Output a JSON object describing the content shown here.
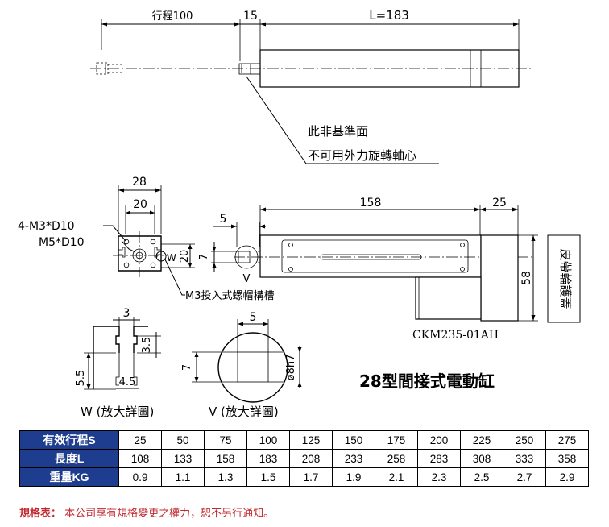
{
  "top_view": {
    "stroke_label": "行程100",
    "offset_label": "15",
    "length_label": "L=183",
    "note_line1": "此非基準面",
    "note_line2": "不可用外力旋轉軸心"
  },
  "front_view": {
    "width_28": "28",
    "width_20": "20",
    "hole_label_1": "4-M3*D10",
    "hole_label_2": "M5*D10",
    "height_20": "20",
    "w_marker": "W",
    "slot_label": "M3投入式螺帽構槽"
  },
  "side_view": {
    "dim_5": "5",
    "dim_7": "7",
    "v_marker": "V",
    "dim_158": "158",
    "dim_25": "25",
    "dim_58": "58",
    "cover_label": "皮帶輪護蓋",
    "model": "CKM235-01AH"
  },
  "detail_w": {
    "dim_3": "3",
    "dim_3_5": "3.5",
    "dim_5_5": "5.5",
    "dim_4_5": "4.5",
    "caption": "W (放大詳圖)"
  },
  "detail_v": {
    "dim_5": "5",
    "dim_7": "7",
    "dim_phi": "ø8h7",
    "caption": "V (放大詳圖)"
  },
  "product_title": "28型間接式電動缸",
  "spec_table": {
    "rows": [
      {
        "header": "有效行程S",
        "values": [
          "25",
          "50",
          "75",
          "100",
          "125",
          "150",
          "175",
          "200",
          "225",
          "250",
          "275"
        ]
      },
      {
        "header": "長度L",
        "values": [
          "108",
          "133",
          "158",
          "183",
          "208",
          "233",
          "258",
          "283",
          "308",
          "333",
          "358"
        ]
      },
      {
        "header": "重量KG",
        "values": [
          "0.9",
          "1.1",
          "1.3",
          "1.5",
          "1.7",
          "1.9",
          "2.1",
          "2.3",
          "2.5",
          "2.7",
          "2.9"
        ]
      }
    ]
  },
  "note": {
    "label": "規格表：",
    "text": "本公司享有規格變更之權力，恕不另行通知。"
  },
  "colors": {
    "table_header_bg": "#1f3d8f",
    "note_text": "#c0282d"
  }
}
